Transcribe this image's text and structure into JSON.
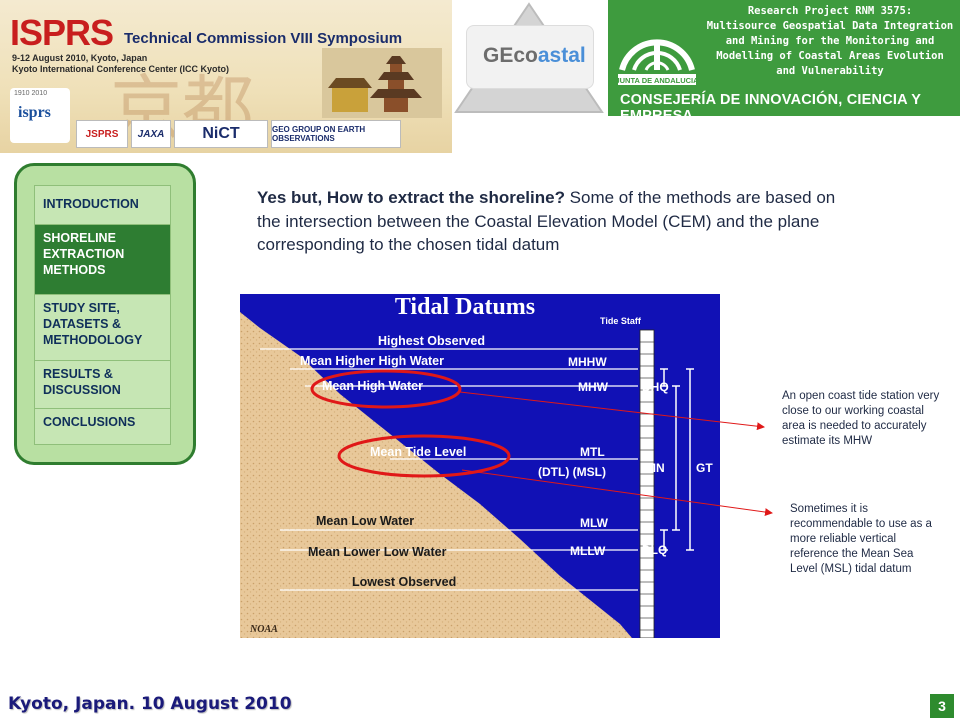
{
  "header": {
    "isprs": {
      "title_main": "ISPRS",
      "title_sub": "Technical Commission VIII Symposium",
      "dates_line1": "9-12 August 2010, Kyoto, Japan",
      "dates_line2": "Kyoto International Conference Center (ICC Kyoto)",
      "logo_years": "1910      2010",
      "logo_word": "isprs",
      "sponsors": [
        "JSPRS",
        "JAXA",
        "NiCT",
        "GEO GROUP ON EARTH OBSERVATIONS"
      ]
    },
    "gecoastal": {
      "word_main": "GEco",
      "word_accent": "astal"
    },
    "research": {
      "text": "Research Project RNM 3575:\nMultisource Geospatial Data Integration\nand Mining for  the Monitoring and\nModelling of Coastal Areas Evolution\nand  Vulnerability",
      "logo_label": "JUNTA DE ANDALUCIA",
      "consejeria": "CONSEJERÍA DE INNOVACIÓN, CIENCIA Y EMPRESA"
    }
  },
  "nav": {
    "items": [
      {
        "label": "INTRODUCTION",
        "active": false
      },
      {
        "label": "SHORELINE EXTRACTION METHODS",
        "active": true
      },
      {
        "label": "STUDY SITE, DATASETS & METHODOLOGY",
        "active": false
      },
      {
        "label": "RESULTS & DISCUSSION",
        "active": false
      },
      {
        "label": "CONCLUSIONS",
        "active": false
      }
    ]
  },
  "content": {
    "headline_bold": "Yes but, How to extract the shoreline?",
    "headline_rest": " Some of the methods are based on the intersection between the Coastal Elevation Model (CEM) and the plane corresponding to the chosen tidal datum"
  },
  "diagram": {
    "title": "Tidal Datums",
    "staff_label": "Tide Staff",
    "levels": [
      {
        "name": "Highest Observed",
        "abbr": ""
      },
      {
        "name": "Mean Higher High Water",
        "abbr": "MHHW"
      },
      {
        "name": "Mean High Water",
        "abbr": "MHW"
      },
      {
        "name": "Mean Tide Level",
        "abbr": "MTL"
      },
      {
        "name": "",
        "abbr": "(DTL) (MSL)"
      },
      {
        "name": "Mean Low Water",
        "abbr": "MLW"
      },
      {
        "name": "Mean Lower Low Water",
        "abbr": "MLLW"
      },
      {
        "name": "Lowest Observed",
        "abbr": ""
      }
    ],
    "ranges": [
      "DHQ",
      "MN",
      "GT",
      "DLQ"
    ],
    "credit": "NOAA"
  },
  "annotations": {
    "note_1": "An open coast tide station very close to our working coastal area is needed to accurately estimate its MHW",
    "note_2": "Sometimes it is recommendable to use as a more reliable vertical reference the Mean Sea Level (MSL) tidal datum"
  },
  "footer": {
    "place_date": "Kyoto, Japan. 10 August 2010",
    "page_number": "3"
  },
  "colors": {
    "research_green": "#3e9b3e",
    "nav_active": "#2e7d32",
    "nav_bg": "#b8e0a2",
    "sea_blue": "#1010b8",
    "highlight_red": "#e01818"
  }
}
